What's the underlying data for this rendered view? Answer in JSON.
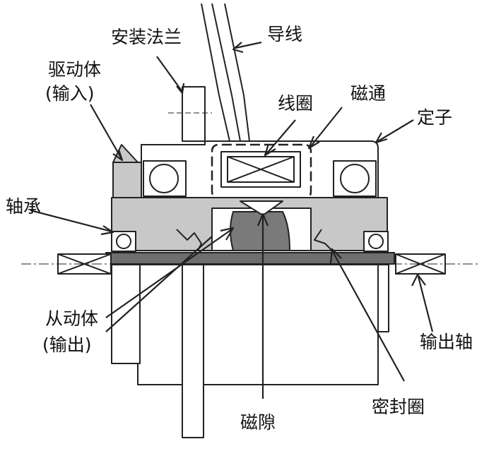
{
  "labels": {
    "mounting_flange": "安装法兰",
    "lead_wire": "导线",
    "driver": "驱动体",
    "driver_sub": "(输入)",
    "magnetic_flux": "磁通",
    "coil": "线圈",
    "stator": "定子",
    "bearing": "轴承",
    "driven": "从动体",
    "driven_sub": "(输出)",
    "output_shaft": "输出轴",
    "seal_ring": "密封圈",
    "magnetic_gap": "磁隙"
  },
  "colors": {
    "line": "#222222",
    "part_fill": "#ffffff",
    "shaded": "#c8c8c8",
    "dark": "#7a7a7a",
    "shaft": "#6e6e6e"
  }
}
